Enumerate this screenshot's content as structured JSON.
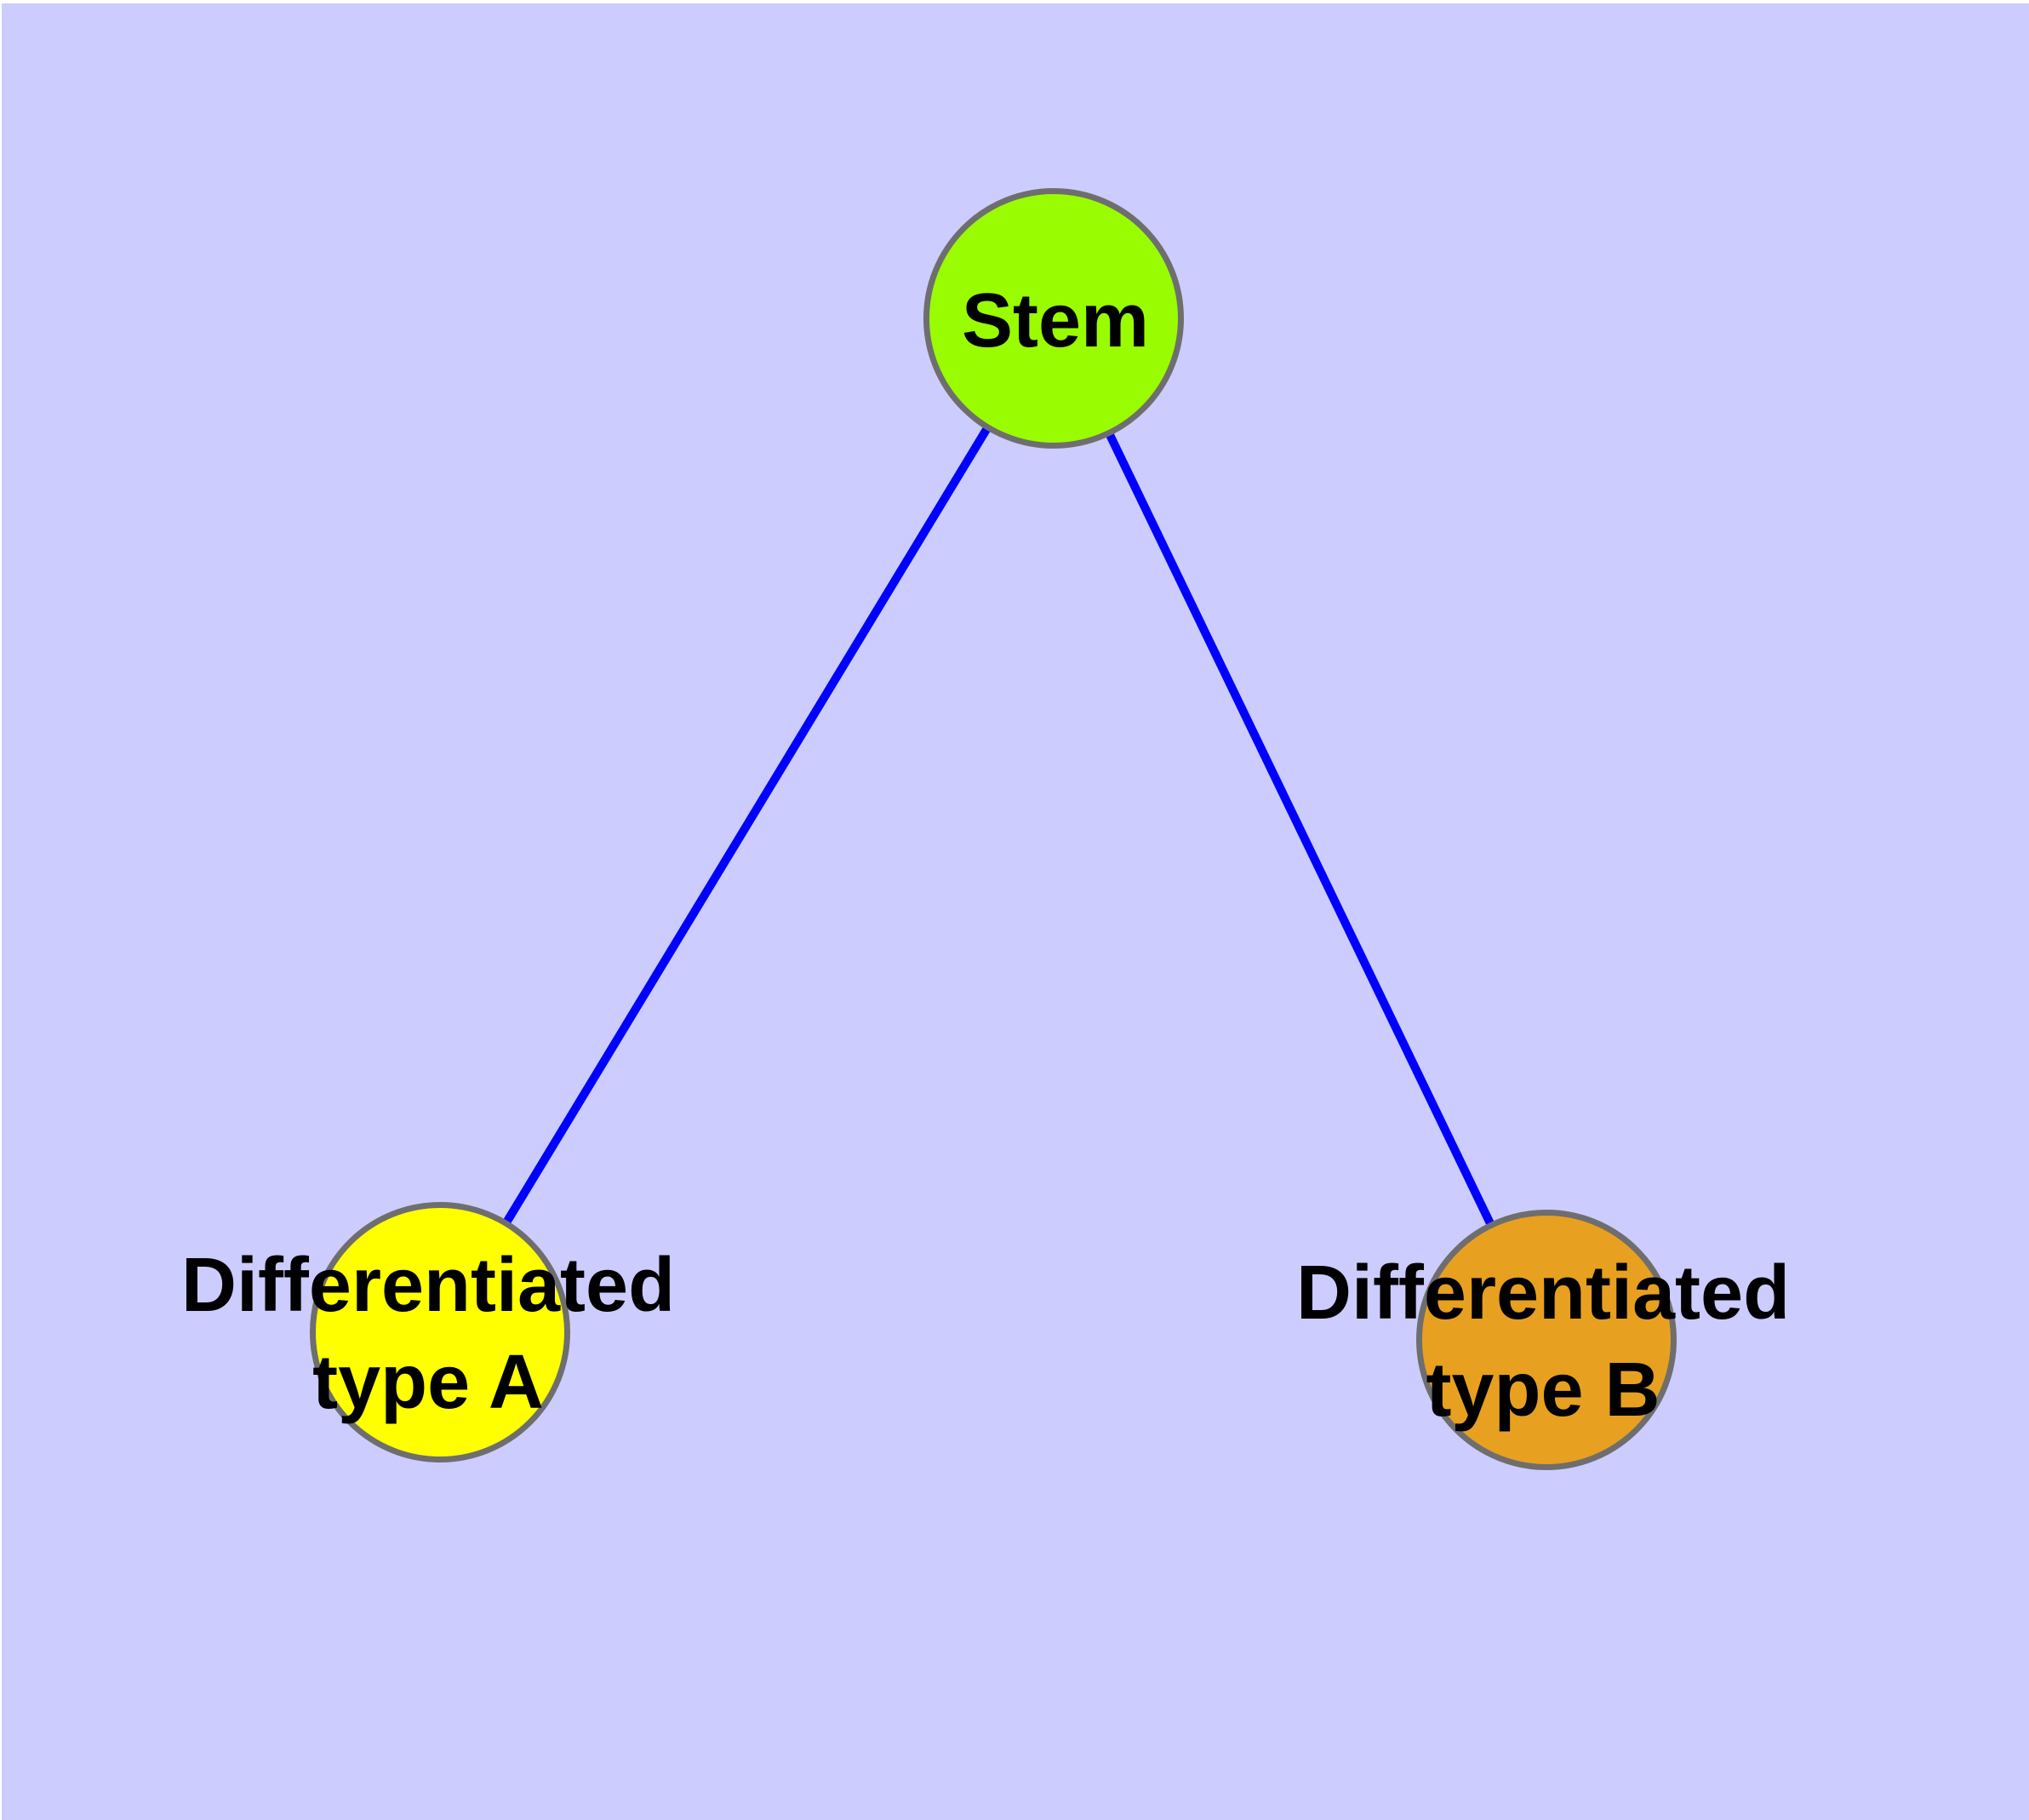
{
  "canvas": {
    "background_color": "#CCCCFF",
    "margin_color": "#FFFFFF"
  },
  "edges": {
    "color": "#0000FF",
    "items": [
      {
        "from": "Stem",
        "to": "Differentiated type A"
      },
      {
        "from": "Stem",
        "to": "Differentiated type B"
      }
    ]
  },
  "nodes": {
    "border_color": "#6E6E6E",
    "stem": {
      "label": "Stem",
      "fill": "#9AFC00"
    },
    "type_a": {
      "label_line1": "Differentiated",
      "label_line2": "type A",
      "fill": "#FFFF00"
    },
    "type_b": {
      "label_line1": "Differentiated",
      "label_line2": "type B",
      "fill": "#E8A020"
    }
  }
}
